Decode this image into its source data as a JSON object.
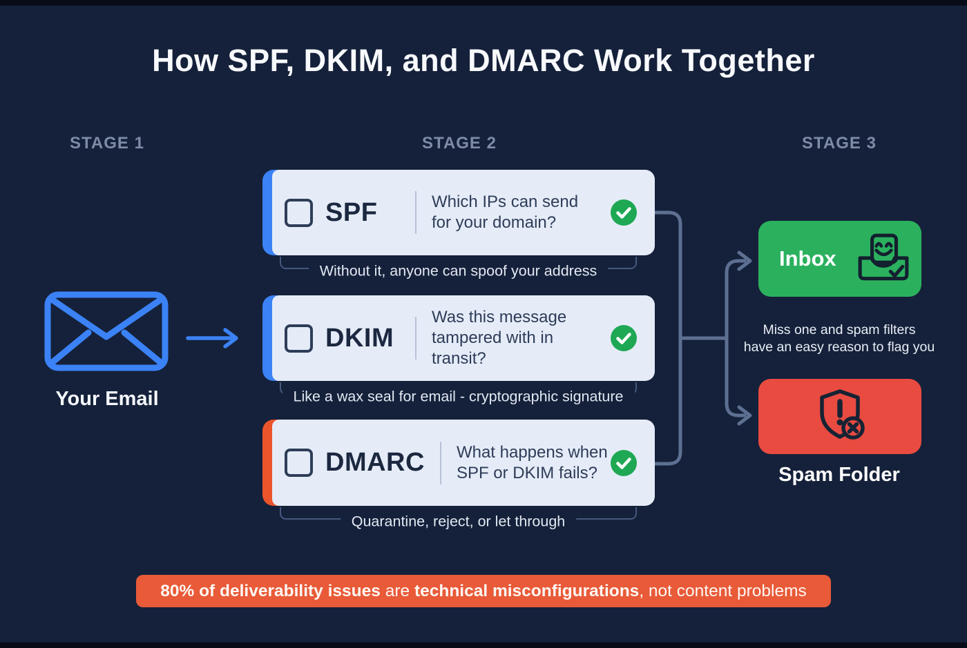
{
  "title": "How SPF, DKIM, and DMARC Work Together",
  "stage_labels": [
    "STAGE 1",
    "STAGE 2",
    "STAGE 3"
  ],
  "email_source": {
    "label": "Your Email"
  },
  "checks": [
    {
      "name": "SPF",
      "q1": "Which IPs can send",
      "q2": "for your domain?",
      "caption": "Without it, anyone can spoof your address",
      "accent": "#3b82f6"
    },
    {
      "name": "DKIM",
      "q1": "Was this message",
      "q2": "tampered with in transit?",
      "caption": "Like a wax seal for email - cryptographic signature",
      "accent": "#3b82f6"
    },
    {
      "name": "DMARC",
      "q1": "What happens when",
      "q2": "SPF or DKIM fails?",
      "caption": "Quarantine, reject, or let through",
      "accent": "#ec552c"
    }
  ],
  "outcomes": {
    "inbox_label": "Inbox",
    "inbox_color": "#2bb15e",
    "note_line1": "Miss one and spam filters",
    "note_line2": "have an easy reason to flag you",
    "spam_label": "Spam Folder",
    "spam_color": "#e94b41"
  },
  "banner": {
    "bold1": "80% of deliverability issues",
    "mid": " are ",
    "bold2": "technical misconfigurations",
    "tail": ", not content problems",
    "bg": "#e85a38"
  },
  "colors": {
    "background": "#15213a",
    "card_bg": "#e5ecf8",
    "check_green": "#1fa854",
    "connector": "#5d7092",
    "blue": "#3b82f6"
  }
}
